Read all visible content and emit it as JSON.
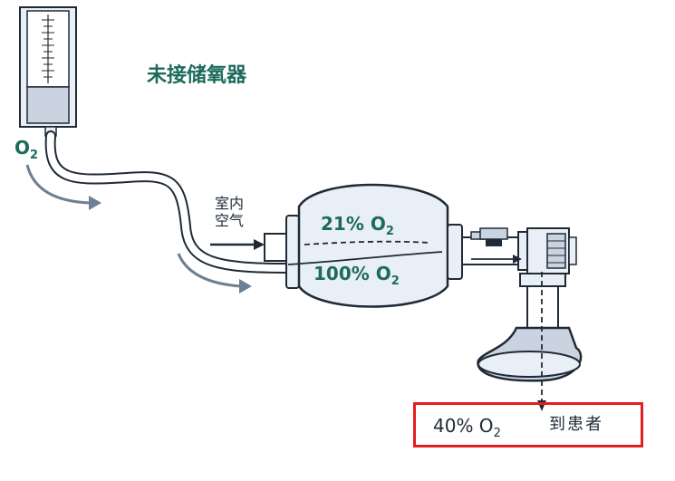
{
  "labels": {
    "title": "未接储氧器",
    "o2_source": "O",
    "o2_source_sub": "2",
    "room_air_line1": "室内",
    "room_air_line2": "空气",
    "mix_21": "21% O",
    "mix_21_sub": "2",
    "mix_100": "100% O",
    "mix_100_sub": "2",
    "output_40": "40% O",
    "output_40_sub": "2",
    "to_patient": "到患者"
  },
  "colors": {
    "label_teal": "#1d6b5c",
    "outline": "#1f2a36",
    "fill_light": "#e9eff6",
    "fill_mid": "#c9d4e0",
    "arrow_gray": "#6d7f93",
    "highlight_red": "#e41e1e"
  }
}
